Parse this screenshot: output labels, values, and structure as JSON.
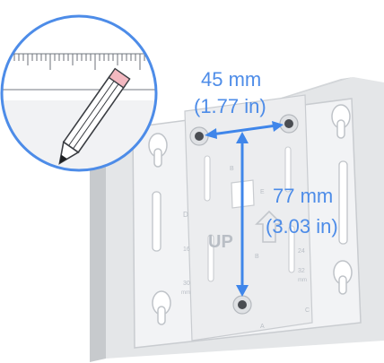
{
  "dimensions": {
    "horizontal": {
      "value": "45 mm",
      "imperial": "(1.77 in)"
    },
    "vertical": {
      "value": "77 mm",
      "imperial": "(3.03 in)"
    }
  },
  "bracket": {
    "up_label": "UP",
    "marks": [
      "B",
      "E",
      "B",
      "A",
      "C",
      "D",
      "16",
      "30",
      "mm",
      "24",
      "32",
      "mm"
    ]
  },
  "colors": {
    "accent": "#4d8ce8",
    "wall": "#e4e6e8",
    "bracket": "#f2f3f5"
  },
  "icons": [
    "ruler-icon",
    "pencil-icon",
    "up-arrow-icon"
  ]
}
